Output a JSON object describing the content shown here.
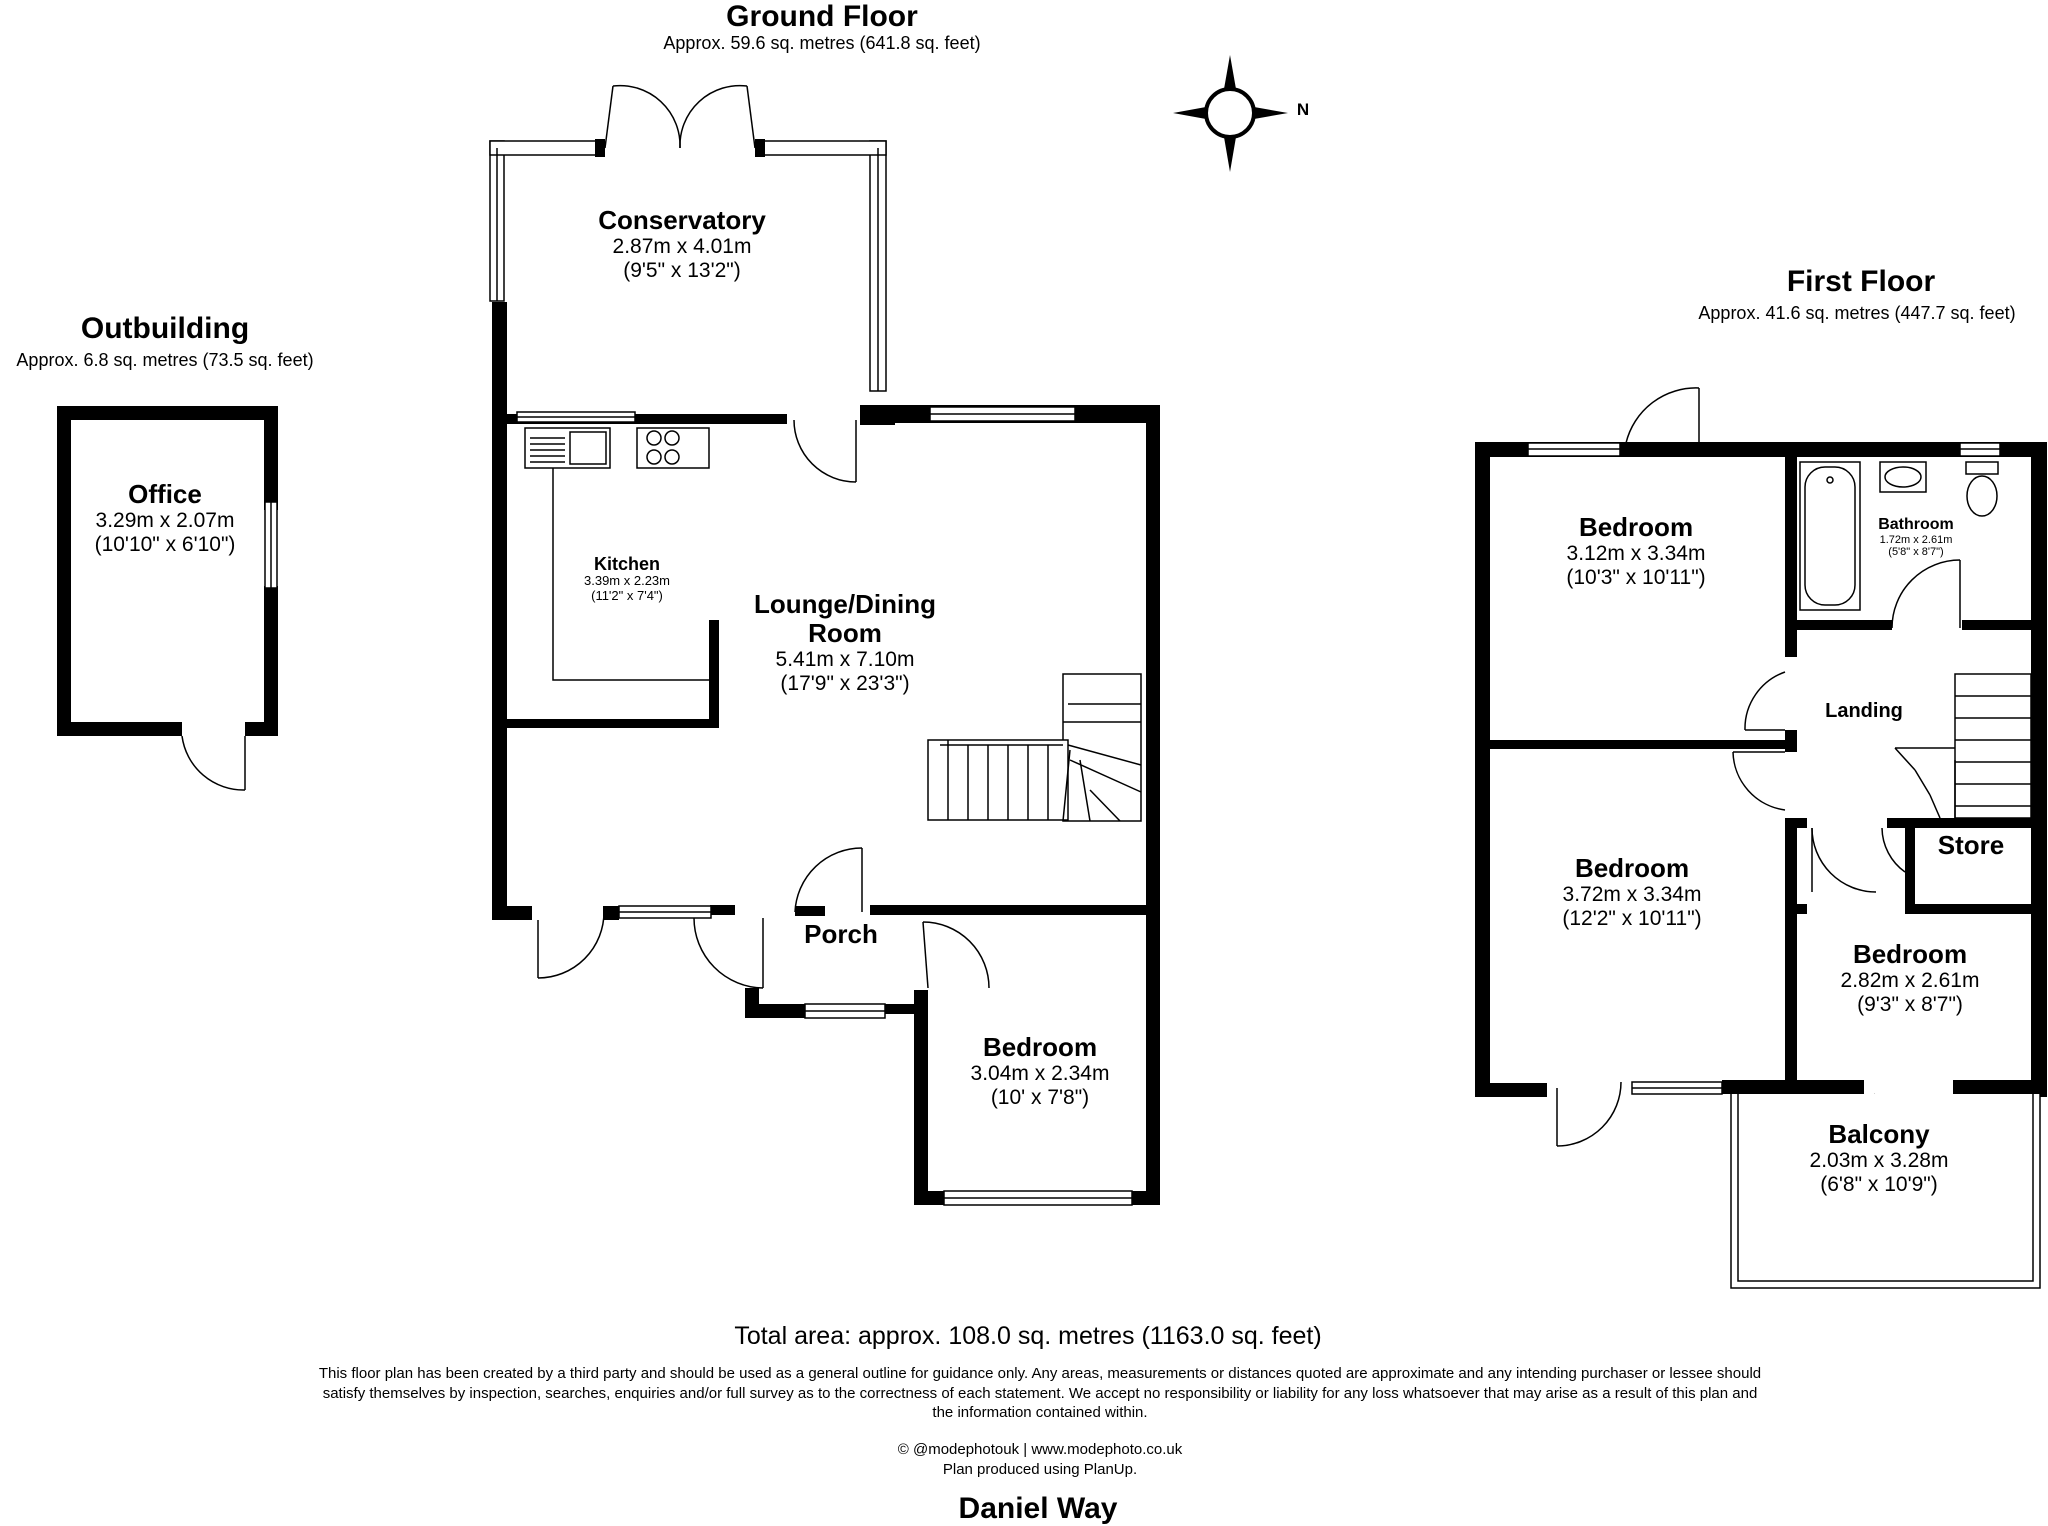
{
  "ground_floor": {
    "title": "Ground Floor",
    "area": "Approx. 59.6 sq. metres (641.8 sq. feet)",
    "rooms": {
      "conservatory": {
        "name": "Conservatory",
        "metric": "2.87m x 4.01m",
        "imperial": "(9'5\" x 13'2\")"
      },
      "kitchen": {
        "name": "Kitchen",
        "metric": "3.39m x 2.23m",
        "imperial": "(11'2\" x 7'4\")"
      },
      "lounge": {
        "name_line1": "Lounge/Dining",
        "name_line2": "Room",
        "metric": "5.41m x 7.10m",
        "imperial": "(17'9\" x 23'3\")"
      },
      "porch": {
        "name": "Porch"
      },
      "bedroom": {
        "name": "Bedroom",
        "metric": "3.04m x 2.34m",
        "imperial": "(10' x 7'8\")"
      }
    }
  },
  "outbuilding": {
    "title": "Outbuilding",
    "area": "Approx. 6.8 sq. metres (73.5 sq. feet)",
    "rooms": {
      "office": {
        "name": "Office",
        "metric": "3.29m x 2.07m",
        "imperial": "(10'10\" x 6'10\")"
      }
    }
  },
  "first_floor": {
    "title": "First Floor",
    "area": "Approx. 41.6 sq. metres (447.7 sq. feet)",
    "rooms": {
      "bedroom1": {
        "name": "Bedroom",
        "metric": "3.12m x 3.34m",
        "imperial": "(10'3\" x 10'11\")"
      },
      "bathroom": {
        "name": "Bathroom",
        "metric": "1.72m x 2.61m",
        "imperial": "(5'8\" x 8'7\")"
      },
      "landing": {
        "name": "Landing"
      },
      "bedroom2": {
        "name": "Bedroom",
        "metric": "3.72m x 3.34m",
        "imperial": "(12'2\" x 10'11\")"
      },
      "store": {
        "name": "Store"
      },
      "bedroom3": {
        "name": "Bedroom",
        "metric": "2.82m x 2.61m",
        "imperial": "(9'3\" x 8'7\")"
      },
      "balcony": {
        "name": "Balcony",
        "metric": "2.03m x 3.28m",
        "imperial": "(6'8\" x 10'9\")"
      }
    }
  },
  "compass": {
    "label": "N",
    "icon": "compass-icon"
  },
  "total_area": "Total area: approx. 108.0 sq. metres (1163.0 sq. feet)",
  "disclaimer": "This floor plan has been created by a third party and should be used as a general outline for guidance only. Any areas, measurements or distances quoted are approximate and any intending purchaser or lessee should satisfy themselves by inspection, searches, enquiries and/or full survey as to the correctness of each statement. We accept no responsibility or liability for any loss whatsoever that may arise as a result of this plan and the information contained within.",
  "credit_line1": "© @modephotouk | www.modephoto.co.uk",
  "credit_line2": "Plan produced using PlanUp.",
  "street_name": "Daniel Way"
}
